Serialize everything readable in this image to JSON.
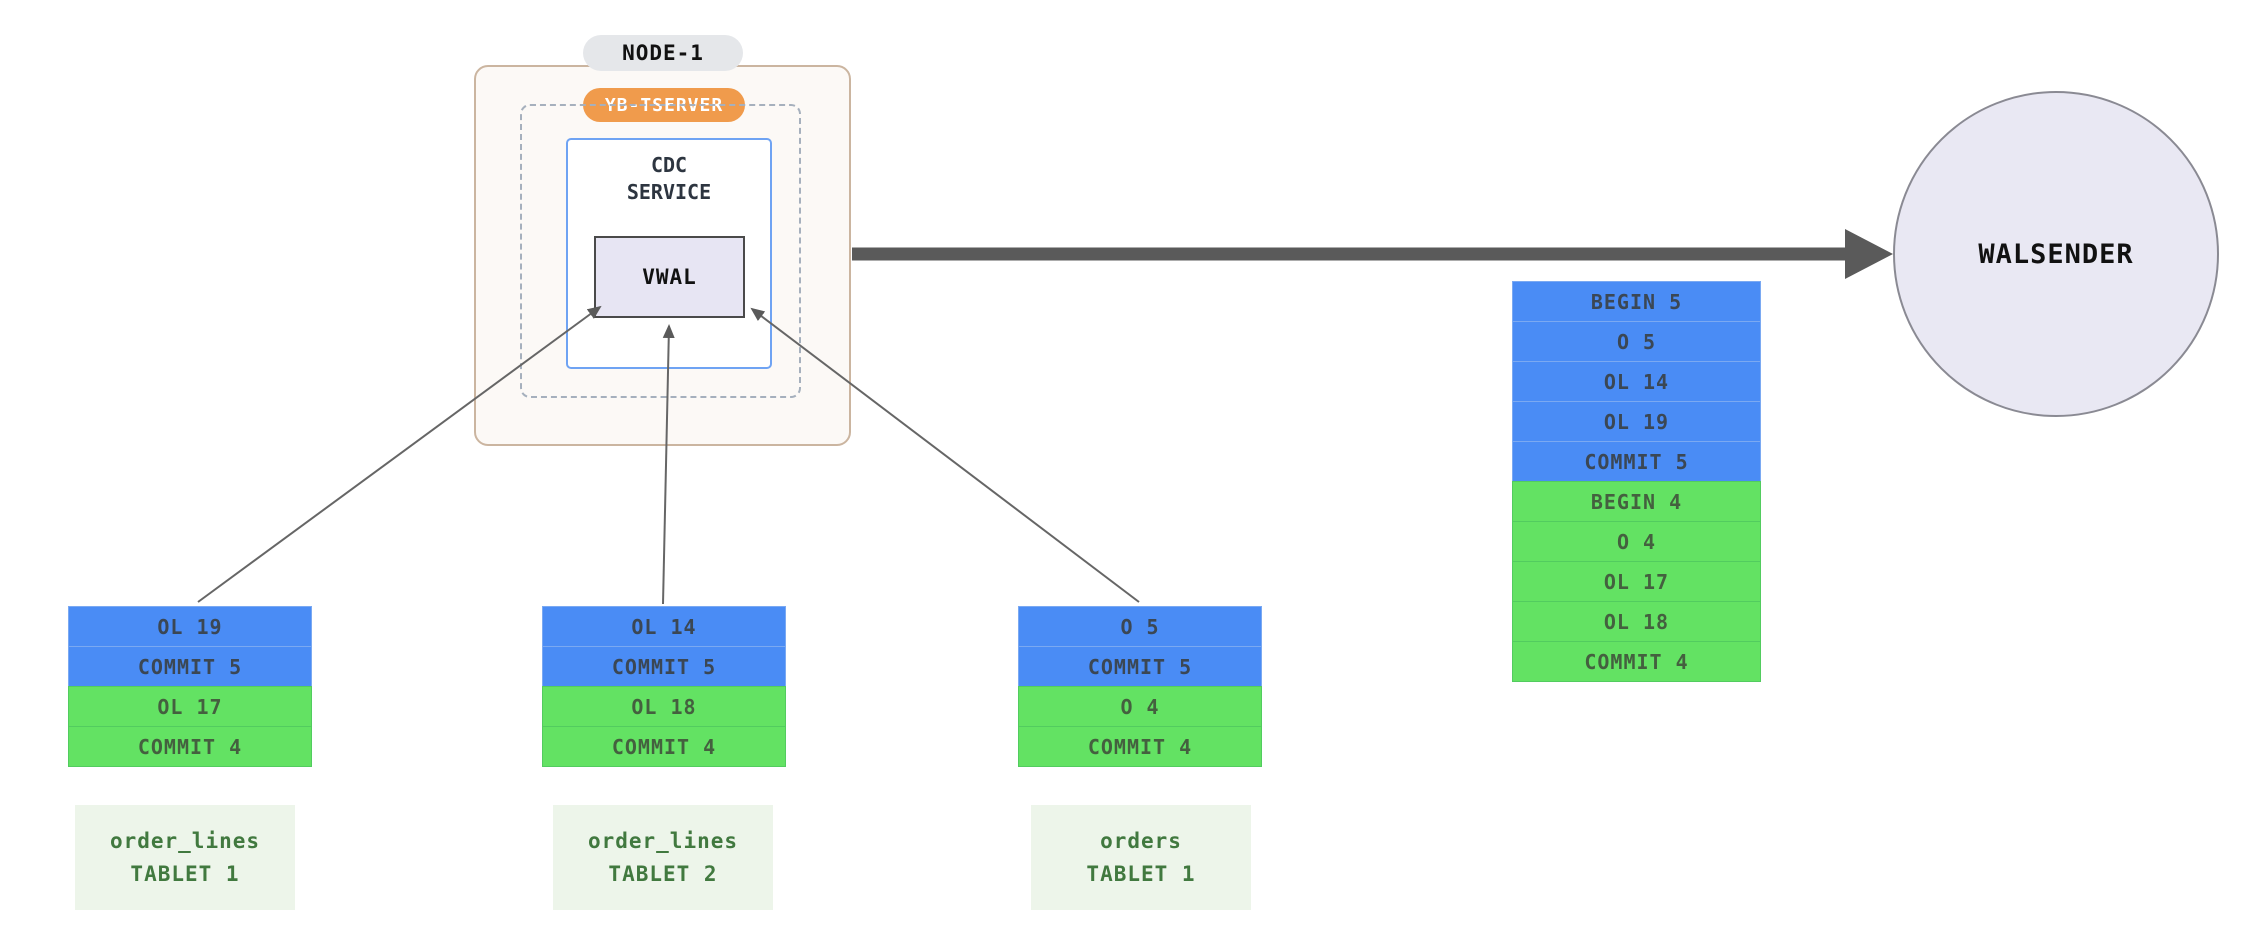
{
  "node": {
    "title": "NODE-1",
    "tserver": "YB-TSERVER",
    "cdc_service": {
      "line1": "CDC",
      "line2": "SERVICE"
    },
    "vwal": "VWAL"
  },
  "walsender": "WALSENDER",
  "queue": {
    "cells": [
      {
        "label": "BEGIN 5",
        "color": "blue"
      },
      {
        "label": "O 5",
        "color": "blue"
      },
      {
        "label": "OL 14",
        "color": "blue"
      },
      {
        "label": "OL 19",
        "color": "blue"
      },
      {
        "label": "COMMIT 5",
        "color": "blue"
      },
      {
        "label": "BEGIN 4",
        "color": "green"
      },
      {
        "label": "O 4",
        "color": "green"
      },
      {
        "label": "OL 17",
        "color": "green"
      },
      {
        "label": "OL 18",
        "color": "green"
      },
      {
        "label": "COMMIT 4",
        "color": "green"
      }
    ]
  },
  "tablets": [
    {
      "name": "order_lines",
      "tablet": "TABLET 1",
      "cells": [
        {
          "label": "OL 19",
          "color": "blue"
        },
        {
          "label": "COMMIT 5",
          "color": "blue"
        },
        {
          "label": "OL 17",
          "color": "green"
        },
        {
          "label": "COMMIT 4",
          "color": "green"
        }
      ]
    },
    {
      "name": "order_lines",
      "tablet": "TABLET 2",
      "cells": [
        {
          "label": "OL 14",
          "color": "blue"
        },
        {
          "label": "COMMIT 5",
          "color": "blue"
        },
        {
          "label": "OL 18",
          "color": "green"
        },
        {
          "label": "COMMIT 4",
          "color": "green"
        }
      ]
    },
    {
      "name": "orders",
      "tablet": "TABLET 1",
      "cells": [
        {
          "label": "O 5",
          "color": "blue"
        },
        {
          "label": "COMMIT 5",
          "color": "blue"
        },
        {
          "label": "O 4",
          "color": "green"
        },
        {
          "label": "COMMIT 4",
          "color": "green"
        }
      ]
    }
  ],
  "colors": {
    "blue_cell": "#4a8cf5",
    "green_cell": "#63e263",
    "node_border": "#cbb5a0",
    "tserver_pill": "#f09b4c",
    "cdc_border": "#6fa3f3",
    "vwal_fill": "#e7e5f3",
    "walsender_fill": "#e9e8f3",
    "arrow": "#5a5a5a",
    "tablet_label_bg": "#edf5ea",
    "tablet_label_text": "#41793f"
  }
}
